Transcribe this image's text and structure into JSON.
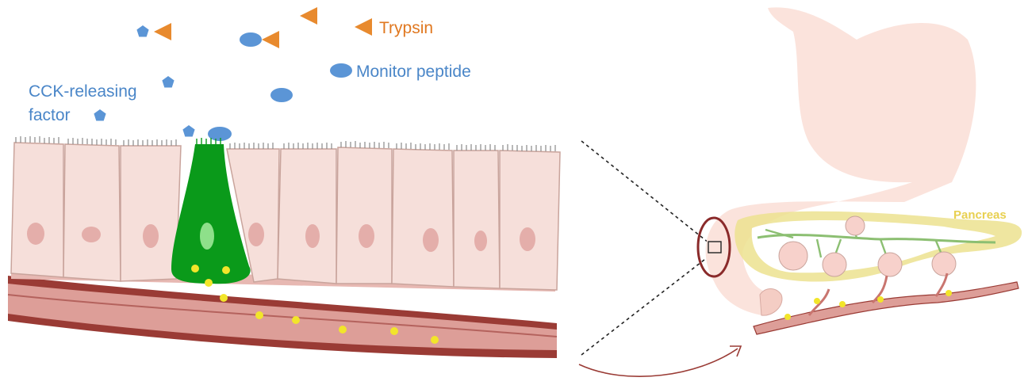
{
  "labels": {
    "trypsin": "Trypsin",
    "monitor_peptide": "Monitor peptide",
    "cck_line1": "CCK-releasing",
    "cck_line2": "factor",
    "pancreas": "Pancreas"
  },
  "colors": {
    "trypsin": "#e88a2e",
    "monitor_peptide": "#5b95d6",
    "cck_factor": "#5b95d6",
    "cell_fill": "#f6dfda",
    "cell_stroke": "#c9a49c",
    "nucleus": "#e4aeaa",
    "i_cell": "#0a9a1a",
    "cck_granule": "#f2e52a",
    "vessel_outer": "#9a3b35",
    "vessel_inner": "#dd9e98",
    "stomach": "#fbe3dc",
    "pancreas": "#e6db7c",
    "duct": "#8cbf72"
  },
  "icons": [
    "trypsin-triangle",
    "monitor-peptide-ellipse",
    "cck-releasing-factor-pentagon",
    "cck-granule-dot"
  ]
}
